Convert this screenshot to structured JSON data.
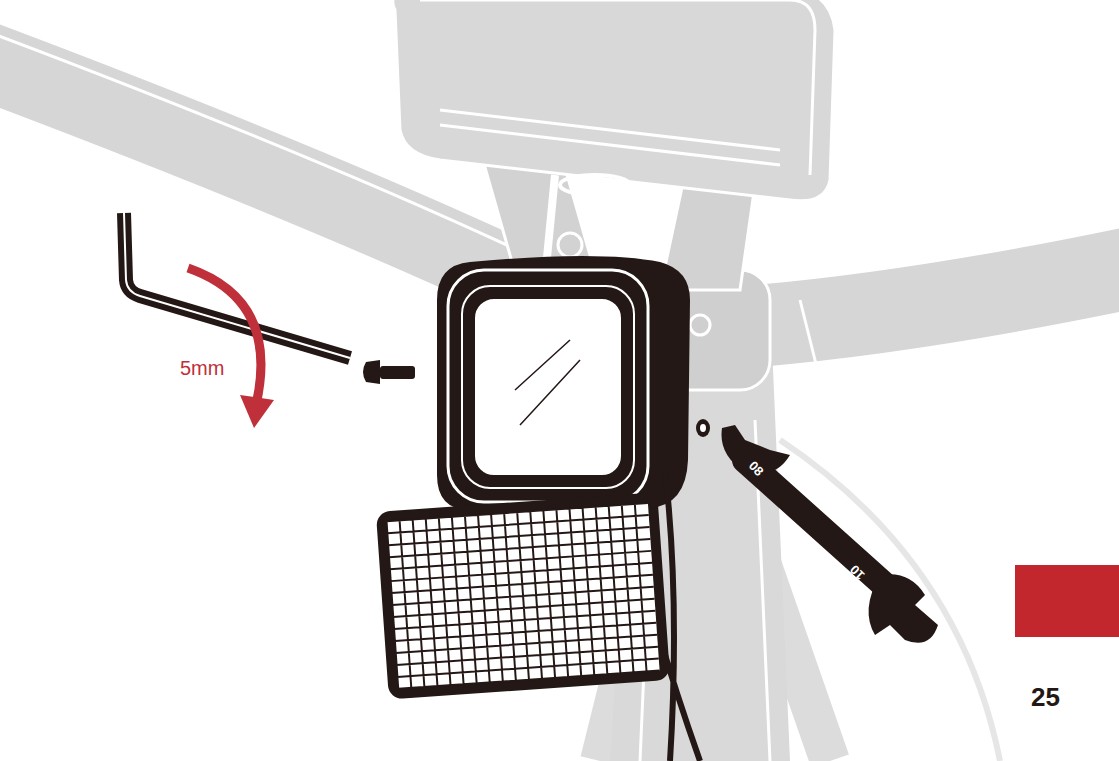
{
  "diagram": {
    "labels": [
      "5mm",
      "08",
      "10",
      "25"
    ]
  }
}
